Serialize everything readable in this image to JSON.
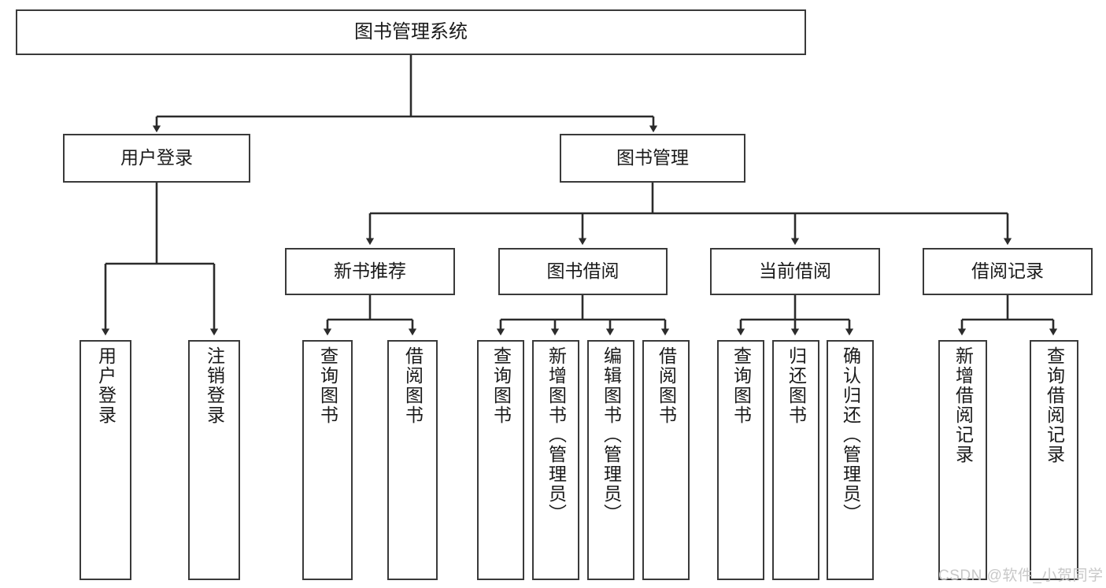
{
  "diagram": {
    "type": "tree-hierarchy",
    "title": "图书管理系统",
    "watermark": "CSDN @软件_小贺同学",
    "colors": {
      "box_border": "#3a3a3a",
      "box_fill": "#ffffff",
      "connector": "#2b2b2b",
      "text": "#1a1a1a",
      "watermark": "#c8c8c8",
      "background": "#ffffff"
    },
    "nodes": {
      "root": {
        "id": "root",
        "label": "图书管理系统",
        "level": 0,
        "orientation": "horizontal"
      },
      "level1": [
        {
          "id": "user-login",
          "label": "用户登录",
          "orientation": "horizontal"
        },
        {
          "id": "book-manage",
          "label": "图书管理",
          "orientation": "horizontal"
        }
      ],
      "level2": [
        {
          "id": "new-book-recommend",
          "label": "新书推荐",
          "orientation": "horizontal",
          "parent": "book-manage"
        },
        {
          "id": "book-borrow",
          "label": "图书借阅",
          "orientation": "horizontal",
          "parent": "book-manage"
        },
        {
          "id": "current-borrow",
          "label": "当前借阅",
          "orientation": "horizontal",
          "parent": "book-manage"
        },
        {
          "id": "borrow-record",
          "label": "借阅记录",
          "orientation": "horizontal",
          "parent": "book-manage"
        }
      ],
      "leaves": [
        {
          "id": "leaf-user-login",
          "label": "用户登录",
          "orientation": "vertical",
          "parent": "user-login"
        },
        {
          "id": "leaf-user-logout",
          "label": "注销登录",
          "orientation": "vertical",
          "parent": "user-login"
        },
        {
          "id": "leaf-query-book-1",
          "label": "查询图书",
          "orientation": "vertical",
          "parent": "new-book-recommend"
        },
        {
          "id": "leaf-borrow-book-1",
          "label": "借阅图书",
          "orientation": "vertical",
          "parent": "new-book-recommend"
        },
        {
          "id": "leaf-query-book-2",
          "label": "查询图书",
          "orientation": "vertical",
          "parent": "book-borrow"
        },
        {
          "id": "leaf-add-book",
          "label": "新增图书（管理员）",
          "orientation": "vertical",
          "parent": "book-borrow"
        },
        {
          "id": "leaf-edit-book",
          "label": "编辑图书（管理员）",
          "orientation": "vertical",
          "parent": "book-borrow"
        },
        {
          "id": "leaf-borrow-book-2",
          "label": "借阅图书",
          "orientation": "vertical",
          "parent": "book-borrow"
        },
        {
          "id": "leaf-query-book-3",
          "label": "查询图书",
          "orientation": "vertical",
          "parent": "current-borrow"
        },
        {
          "id": "leaf-return-book",
          "label": "归还图书",
          "orientation": "vertical",
          "parent": "current-borrow"
        },
        {
          "id": "leaf-confirm-return",
          "label": "确认归还（管理员）",
          "orientation": "vertical",
          "parent": "current-borrow"
        },
        {
          "id": "leaf-add-record",
          "label": "新增借阅记录",
          "orientation": "vertical",
          "parent": "borrow-record"
        },
        {
          "id": "leaf-query-record",
          "label": "查询借阅记录",
          "orientation": "vertical",
          "parent": "borrow-record"
        }
      ]
    }
  }
}
